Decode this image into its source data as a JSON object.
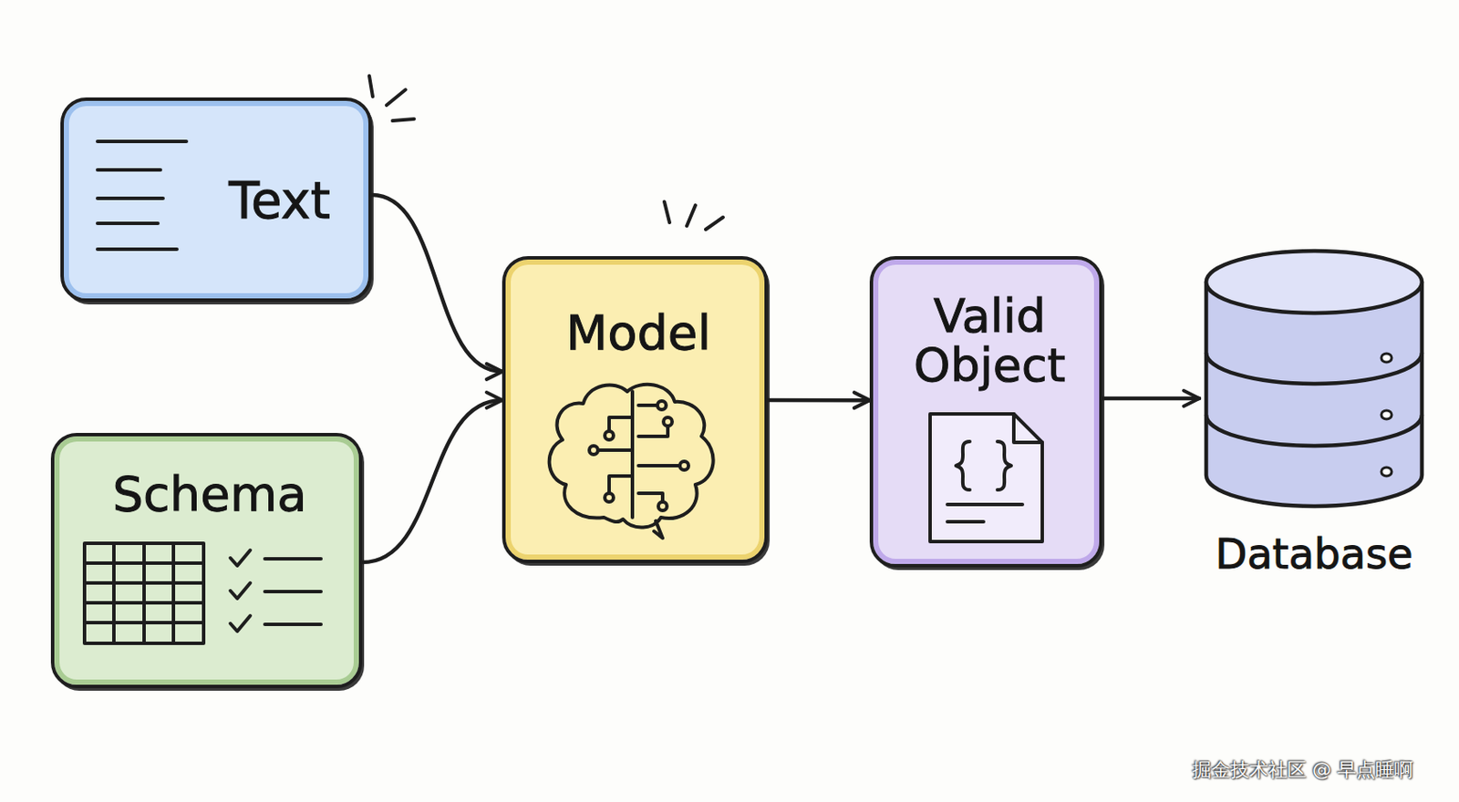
{
  "diagram": {
    "nodes": [
      {
        "text": [
          "Text"
        ]
      },
      {
        "text": [
          "Schema"
        ]
      },
      {
        "text": [
          "Model"
        ]
      },
      {
        "text": [
          "Valid Object"
        ]
      },
      {
        "text": [
          "Database"
        ]
      }
    ],
    "edges": [
      {
        "from": 0,
        "to": 2,
        "arrow": "to"
      },
      {
        "from": 1,
        "to": 2,
        "arrow": "to"
      },
      {
        "from": 2,
        "to": 3,
        "arrow": "to"
      },
      {
        "from": 3,
        "to": 4,
        "arrow": "to"
      }
    ],
    "labels": [
      "掘金技术社区 @ 早点睡啊"
    ]
  }
}
